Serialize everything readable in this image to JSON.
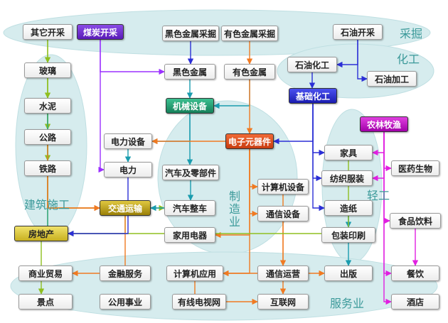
{
  "zones": {
    "mining": "采掘",
    "chemical": "化工",
    "construction": "建筑施工",
    "manufacturing": "制造业",
    "light": "轻工",
    "service": "服务业"
  },
  "nodes": {
    "other_mining": "其它开采",
    "coal_mining": "煤炭开采",
    "ferrous_mining": "黑色金属采掘",
    "nonferrous_mining": "有色金属采掘",
    "oil_mining": "石油开采",
    "glass": "玻璃",
    "ferrous_metal": "黑色金属",
    "nonferrous_metal": "有色金属",
    "petrochem": "石油化工",
    "oil_processing": "石油加工",
    "cement": "水泥",
    "machinery": "机械设备",
    "basic_chem": "基础化工",
    "agriculture": "农林牧渔",
    "highway": "公路",
    "power_equipment": "电力设备",
    "electronics": "电子元器件",
    "furniture": "家具",
    "railway": "铁路",
    "power": "电力",
    "auto_parts": "汽车及零部件",
    "textile": "纺织服装",
    "pharma_bio": "医药生物",
    "computer_equipment": "计算机设备",
    "transport": "交通运输",
    "auto": "汽车整车",
    "paper": "造纸",
    "comm_equipment": "通信设备",
    "food_beverage": "食品饮料",
    "real_estate": "房地产",
    "home_appliances": "家用电器",
    "packaging": "包装印刷",
    "commerce": "商业贸易",
    "finance": "金融服务",
    "computer_apps": "计算机应用",
    "telecom_ops": "通信运营",
    "publishing": "出版",
    "catering": "餐饮",
    "scenic": "景点",
    "utilities": "公用事业",
    "cable_tv": "有线电视网",
    "internet": "互联网",
    "hotel": "酒店"
  },
  "colors": {
    "accent_green": "#1f8f6a",
    "accent_purple": "#6a2ccc",
    "accent_blue": "#2b2fd6",
    "accent_magenta": "#c000c0",
    "accent_orange": "#e8561c",
    "accent_olive": "#b89a10",
    "zone_fill": "#cfe8ea"
  },
  "edges": [
    [
      "coal_mining",
      "power",
      "purple"
    ],
    [
      "coal_mining",
      "ferrous_metal",
      "purple"
    ],
    [
      "ferrous_mining",
      "ferrous_metal",
      "blue"
    ],
    [
      "nonferrous_mining",
      "nonferrous_metal",
      "orange"
    ],
    [
      "oil_mining",
      "petrochem",
      "blue"
    ],
    [
      "oil_mining",
      "oil_processing",
      "blue"
    ],
    [
      "other_mining",
      "glass",
      "olive"
    ],
    [
      "other_mining",
      "cement",
      "olive"
    ],
    [
      "glass",
      "real_estate",
      "olive"
    ],
    [
      "glass",
      "auto",
      "olive"
    ],
    [
      "cement",
      "highway",
      "olive"
    ],
    [
      "cement",
      "railway",
      "olive"
    ],
    [
      "cement",
      "real_estate",
      "green"
    ],
    [
      "highway",
      "transport",
      "orange"
    ],
    [
      "railway",
      "transport",
      "orange"
    ],
    [
      "ferrous_metal",
      "machinery",
      "teal"
    ],
    [
      "nonferrous_metal",
      "machinery",
      "teal"
    ],
    [
      "nonferrous_metal",
      "electronics",
      "orange"
    ],
    [
      "machinery",
      "power_equipment",
      "teal"
    ],
    [
      "machinery",
      "auto_parts",
      "teal"
    ],
    [
      "power_equipment",
      "power",
      "teal"
    ],
    [
      "electronics",
      "power_equipment",
      "orange"
    ],
    [
      "electronics",
      "computer_equipment",
      "orange"
    ],
    [
      "electronics",
      "comm_equipment",
      "orange"
    ],
    [
      "electronics",
      "home_appliances",
      "orange"
    ],
    [
      "electronics",
      "computer_apps",
      "orange"
    ],
    [
      "auto_parts",
      "auto",
      "teal"
    ],
    [
      "auto",
      "transport",
      "teal"
    ],
    [
      "petrochem",
      "basic_chem",
      "blue"
    ],
    [
      "basic_chem",
      "electronics",
      "blue"
    ],
    [
      "basic_chem",
      "furniture",
      "blue"
    ],
    [
      "basic_chem",
      "textile",
      "blue"
    ],
    [
      "basic_chem",
      "paper",
      "blue"
    ],
    [
      "agriculture",
      "furniture",
      "magenta"
    ],
    [
      "agriculture",
      "textile",
      "magenta"
    ],
    [
      "agriculture",
      "pharma_bio",
      "magenta"
    ],
    [
      "agriculture",
      "food_beverage",
      "magenta"
    ],
    [
      "agriculture",
      "catering",
      "magenta"
    ],
    [
      "agriculture",
      "hotel",
      "magenta"
    ],
    [
      "paper",
      "packaging",
      "teal"
    ],
    [
      "paper",
      "publishing",
      "teal"
    ],
    [
      "comm_equipment",
      "telecom_ops",
      "orange"
    ],
    [
      "telecom_ops",
      "publishing",
      "orange"
    ],
    [
      "telecom_ops",
      "internet",
      "orange"
    ],
    [
      "computer_apps",
      "internet",
      "orange"
    ],
    [
      "computer_equipment",
      "computer_apps",
      "orange"
    ],
    [
      "food_beverage",
      "catering",
      "magenta"
    ],
    [
      "transport",
      "real_estate",
      "olive"
    ],
    [
      "transport",
      "commerce",
      "orange"
    ],
    [
      "real_estate",
      "scenic",
      "olive"
    ],
    [
      "furniture",
      "real_estate",
      "olive"
    ],
    [
      "power",
      "real_estate",
      "blue"
    ]
  ]
}
